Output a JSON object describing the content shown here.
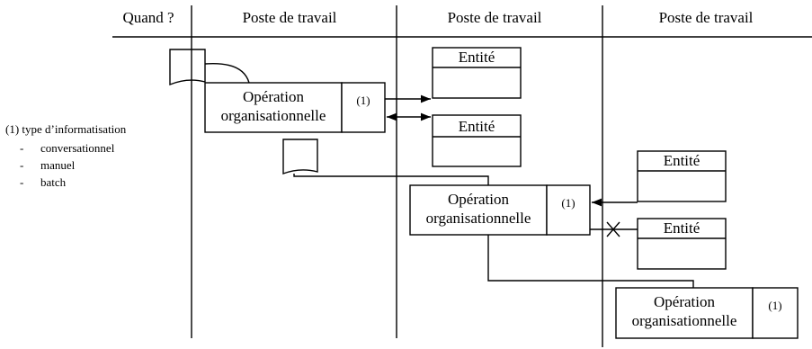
{
  "columns": {
    "when": "Quand ?",
    "posts": [
      "Poste de travail",
      "Poste de travail",
      "Poste de travail"
    ]
  },
  "legend": {
    "title": "(1) type d’informatisation",
    "items": [
      {
        "bullet": "-",
        "text": "conversationnel"
      },
      {
        "bullet": "-",
        "text": "manuel"
      },
      {
        "bullet": "-",
        "text": "batch"
      }
    ]
  },
  "operations": [
    {
      "line1": "Opération",
      "line2": "organisationnelle",
      "tag": "(1)"
    },
    {
      "line1": "Opération",
      "line2": "organisationnelle",
      "tag": "(1)"
    },
    {
      "line1": "Opération",
      "line2": "organisationnelle",
      "tag": "(1)"
    }
  ],
  "entities": [
    {
      "label": "Entité"
    },
    {
      "label": "Entité"
    },
    {
      "label": "Entité"
    },
    {
      "label": "Entité"
    }
  ]
}
